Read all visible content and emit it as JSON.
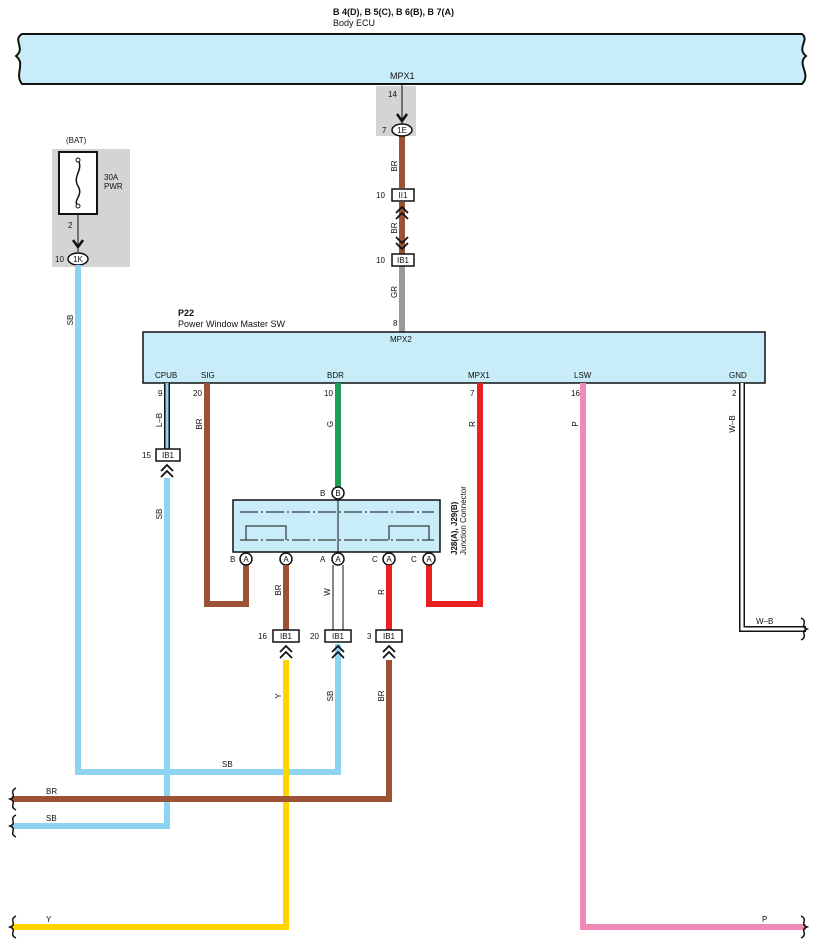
{
  "ecu": {
    "connectors": "B 4(D), B 5(C), B 6(B), B 7(A)",
    "name": "Body ECU",
    "terminal_label": "MPX1",
    "pin": "14"
  },
  "bat": {
    "label": "(BAT)",
    "fuse_rating": "30A",
    "fuse_name": "PWR",
    "pin": "2",
    "conn_pin": "10",
    "conn": "1K"
  },
  "mpx_path": {
    "j1_pin": "7",
    "j1": "1E",
    "wire1": "BR",
    "c1_pin": "10",
    "c1": "II1",
    "wire2": "BR",
    "c2_pin": "10",
    "c2": "IB1",
    "wire3": "GR",
    "sw_pin": "8"
  },
  "switch": {
    "code": "P22",
    "name": "Power Window Master SW",
    "top_terminal": "MPX2",
    "terminals": [
      {
        "name": "CPUB",
        "pin": "9",
        "wire": "L–B"
      },
      {
        "name": "SIG",
        "pin": "20",
        "wire": "BR"
      },
      {
        "name": "BDR",
        "pin": "10",
        "wire": "G"
      },
      {
        "name": "MPX1",
        "pin": "7",
        "wire": "R"
      },
      {
        "name": "LSW",
        "pin": "16",
        "wire": "P"
      },
      {
        "name": "GND",
        "pin": "2",
        "wire": "W–B"
      }
    ]
  },
  "cpub_conn": {
    "pin": "15",
    "name": "IB1",
    "wire": "SB"
  },
  "bat_wire": "SB",
  "junction": {
    "name": "J28(A), J29(B)",
    "desc": "Junction Connector",
    "top_letter": "B",
    "pins": [
      {
        "side": "B",
        "letter": "A"
      },
      {
        "side": "",
        "letter": "A"
      },
      {
        "side": "A",
        "letter": "A"
      },
      {
        "side": "C",
        "letter": "A"
      },
      {
        "side": "C",
        "letter": "A"
      }
    ]
  },
  "bottom_conns": [
    {
      "pin": "16",
      "name": "IB1",
      "wire_up": "BR",
      "wire_down": "Y"
    },
    {
      "pin": "20",
      "name": "IB1",
      "wire_up": "W",
      "wire_down": "SB"
    },
    {
      "pin": "3",
      "name": "IB1",
      "wire_up": "R",
      "wire_down": "BR"
    }
  ],
  "outputs": {
    "sb_mid": "SB",
    "br": "BR",
    "sb": "SB",
    "y": "Y",
    "p": "P",
    "wb": "W–B"
  },
  "colors": {
    "ecu_fill": "#c8ecf8",
    "shade": "#d4d4d4",
    "SB": "#8fd3f2",
    "BR": "#9c5235",
    "GR": "#999999",
    "G": "#1f9d55",
    "R": "#e82020",
    "P": "#f08ab8",
    "Y": "#ffd500"
  }
}
